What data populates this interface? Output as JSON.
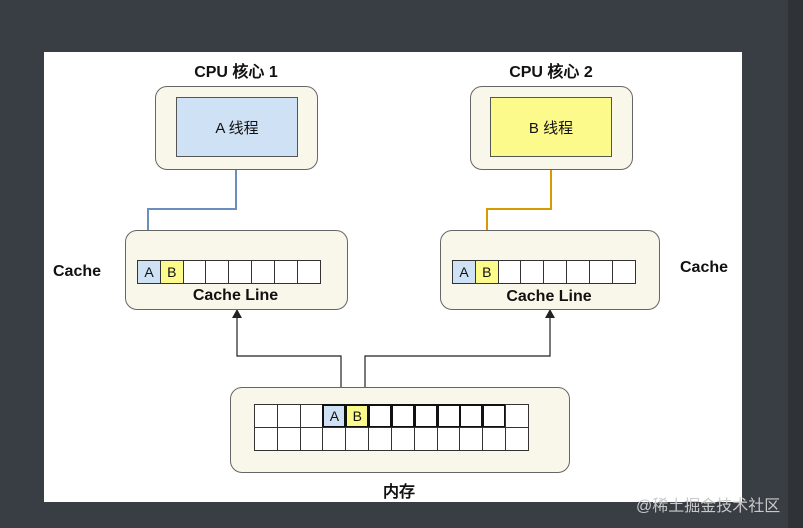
{
  "core1": {
    "title": "CPU 核心 1",
    "thread": "A 线程",
    "thread_color": "#cfe2f5",
    "arrow_color": "#6c8ebf"
  },
  "core2": {
    "title": "CPU 核心 2",
    "thread": "B 线程",
    "thread_color": "#fdfa8c",
    "arrow_color": "#d79b00"
  },
  "cache_left": {
    "side_label": "Cache",
    "line_label": "Cache Line",
    "cells": [
      "A",
      "B",
      "",
      "",
      "",
      "",
      "",
      ""
    ]
  },
  "cache_right": {
    "side_label": "Cache",
    "line_label": "Cache Line",
    "cells": [
      "A",
      "B",
      "",
      "",
      "",
      "",
      "",
      ""
    ]
  },
  "memory": {
    "label": "内存",
    "row1": [
      "",
      "",
      "",
      "A",
      "B",
      "",
      "",
      "",
      "",
      "",
      "",
      ""
    ],
    "row2": [
      "",
      "",
      "",
      "",
      "",
      "",
      "",
      "",
      "",
      "",
      "",
      ""
    ]
  },
  "watermark": "@稀土掘金技术社区"
}
